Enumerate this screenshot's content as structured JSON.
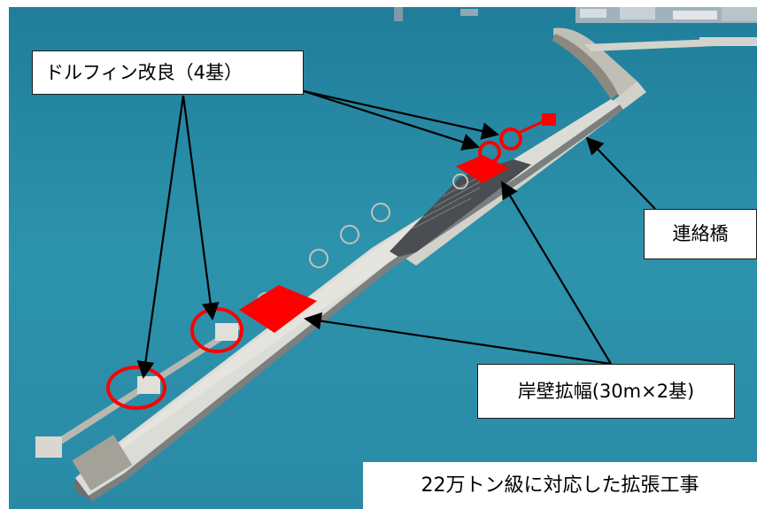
{
  "labels": {
    "dolphin": "ドルフィン改良（4基）",
    "bridge": "連絡橋",
    "quay": "岸壁拡幅(30m×2基)"
  },
  "caption": "22万トン級に対応した拡張工事",
  "colors": {
    "sea": "#2d93ad",
    "sea_dark": "#1f7d99",
    "sea_deep": "#156a8a",
    "pier": "#dcdcd6",
    "road": "#4a4e52",
    "highlight": "#ff0000",
    "arrow": "#000000"
  }
}
